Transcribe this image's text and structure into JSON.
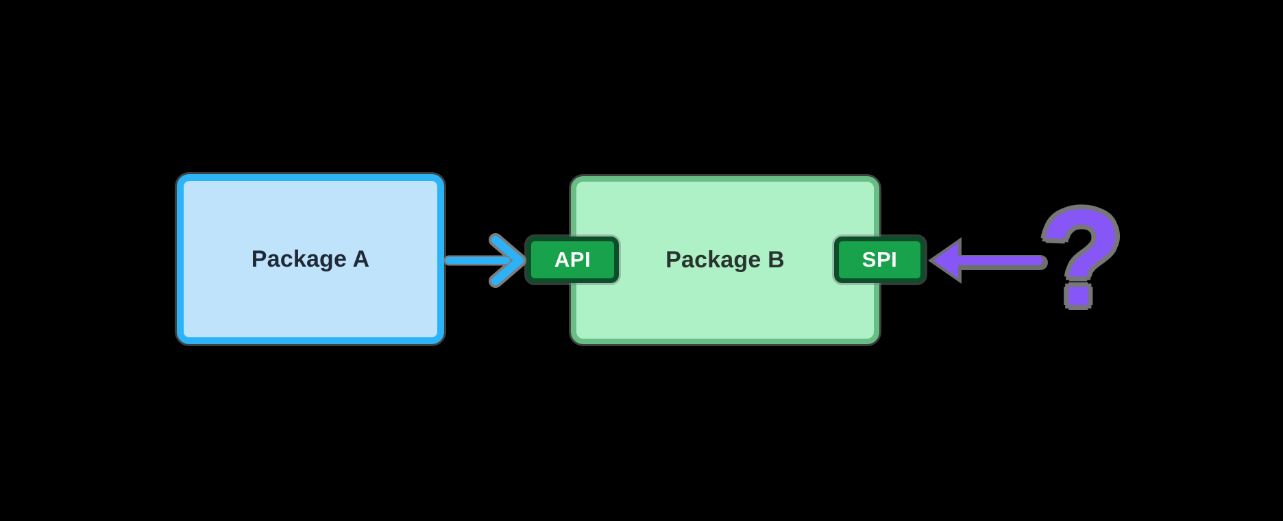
{
  "diagram": {
    "background_color": "#000000",
    "package_a": {
      "label": "Package A",
      "fill_color": "#BFE3FB",
      "border_color": "#2CB3F8",
      "text_color": "#1F2937"
    },
    "package_b": {
      "label": "Package B",
      "fill_color": "#AFF1C6",
      "border_color": "#69BE85",
      "text_color": "#28342D"
    },
    "api_badge": {
      "label": "API",
      "fill_color": "#19A24C",
      "border_color": "#0D4E2A",
      "text_color": "#FFFFFF"
    },
    "spi_badge": {
      "label": "SPI",
      "fill_color": "#19A24C",
      "border_color": "#0D4E2A",
      "text_color": "#FFFFFF"
    },
    "blue_arrow": {
      "icon": "arrow-right-icon",
      "direction": "right",
      "color": "#2DB2F8",
      "shadow_color": "#7D7D7D"
    },
    "purple_arrow": {
      "icon": "arrow-left-icon",
      "direction": "left",
      "color": "#8657F6",
      "shadow_color": "#6E6E6E"
    },
    "question_mark": {
      "glyph": "?",
      "color": "#8657F6",
      "shadow_color": "#777777"
    }
  }
}
